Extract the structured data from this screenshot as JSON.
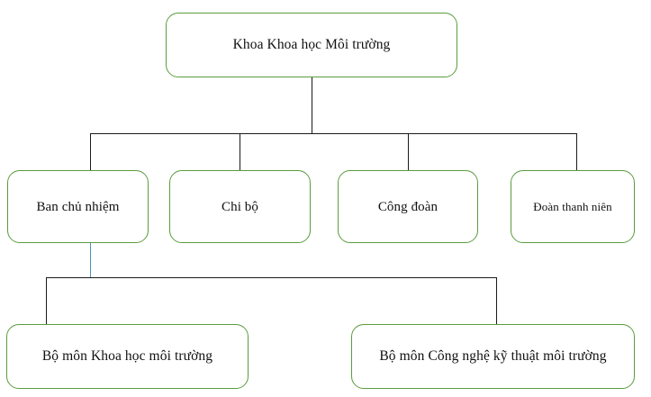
{
  "diagram": {
    "title_text": "Khoa Khoa học Môi trường",
    "colors": {
      "node_border": "#5b9c3e",
      "connector": "#1a1a1a",
      "connector_accent": "#4a8fbd",
      "background": "#ffffff",
      "text": "#111111"
    },
    "root": {
      "label": "Khoa Khoa học Môi trường"
    },
    "level2": [
      {
        "label": "Ban chủ nhiệm"
      },
      {
        "label": "Chi bộ"
      },
      {
        "label": "Công đoàn"
      },
      {
        "label": "Đoàn thanh niên"
      }
    ],
    "level3": [
      {
        "label": "Bộ môn Khoa học môi trường"
      },
      {
        "label": "Bộ môn Công nghệ kỹ thuật môi trường"
      }
    ]
  }
}
